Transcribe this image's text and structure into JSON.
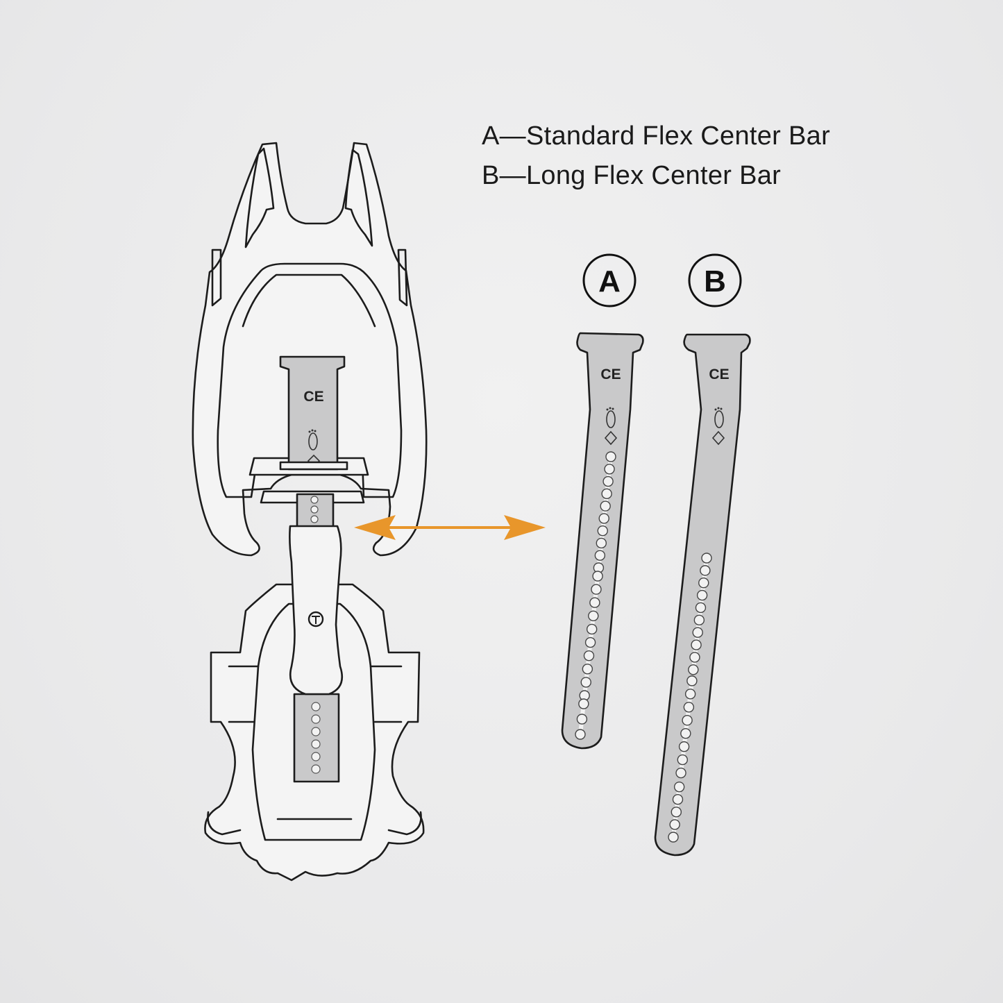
{
  "legend": {
    "items": [
      {
        "text": "A—Standard Flex Center Bar"
      },
      {
        "text": "B—Long Flex Center Bar"
      }
    ]
  },
  "labels": {
    "a": "A",
    "b": "B"
  },
  "marks": {
    "ce": "CE"
  },
  "colors": {
    "arrow": "#e8962b",
    "bar_fill": "#c9c9ca",
    "outline": "#1c1c1c"
  },
  "icons": [
    "footprint-icon",
    "diamond-logo-icon",
    "double-arrow-icon"
  ]
}
